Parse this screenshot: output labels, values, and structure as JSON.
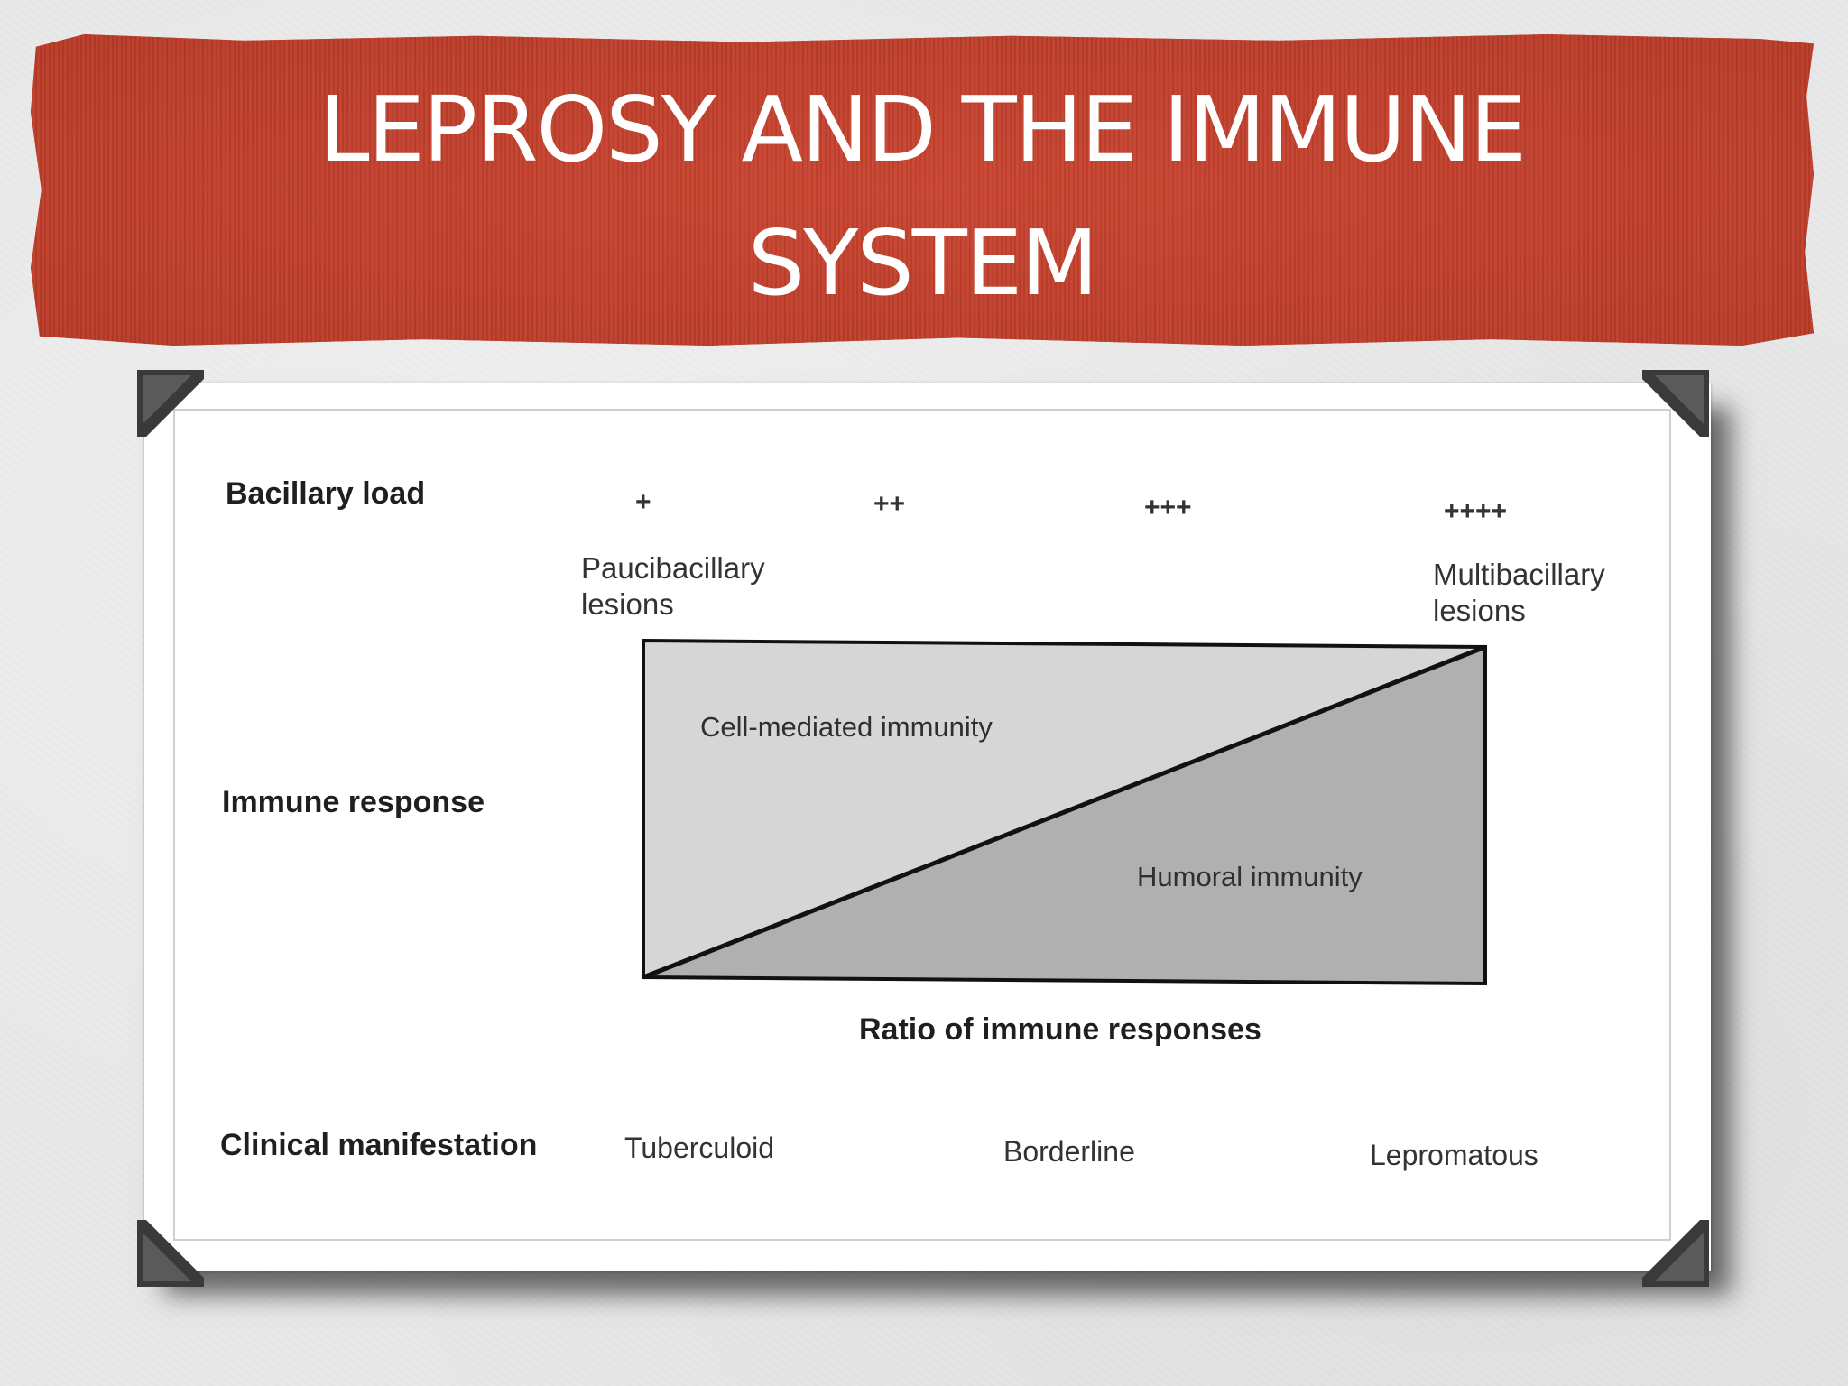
{
  "slide": {
    "title": "LEPROSY AND THE IMMUNE\nSYSTEM",
    "colors": {
      "banner": "#c3402c",
      "title_text": "#ffffff",
      "frame": "#ffffff",
      "background": "#e7e8e7"
    }
  },
  "figure": {
    "rows": {
      "bacillary_load": "Bacillary load",
      "immune_response": "Immune response",
      "clinical_manifestation": "Clinical manifestation"
    },
    "bacillary_levels": [
      "+",
      "++",
      "+++",
      "++++"
    ],
    "lesions": {
      "left": "Paucibacillary\nlesions",
      "right": "Multibacillary\nlesions"
    },
    "regions": {
      "upper": "Cell-mediated immunity",
      "lower": "Humoral immunity"
    },
    "axis_label": "Ratio of immune responses",
    "clinical_forms": [
      "Tuberculoid",
      "Borderline",
      "Lepromatous"
    ],
    "colors": {
      "upper_region": "#d6d6d6",
      "lower_region": "#b0b0b0",
      "outline": "#111111"
    }
  }
}
